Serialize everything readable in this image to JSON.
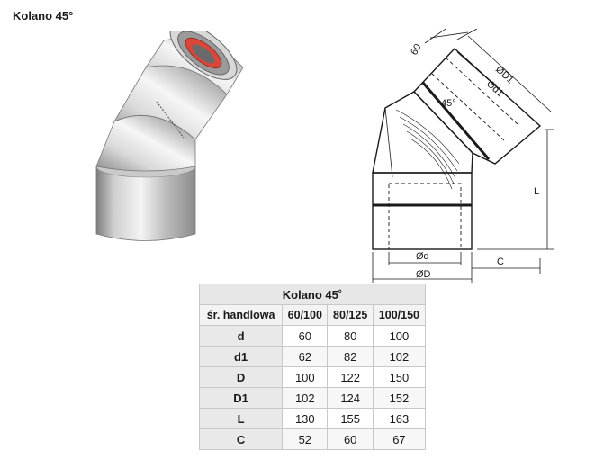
{
  "page": {
    "title": "Kolano 45°"
  },
  "drawing": {
    "labels": {
      "dim_60": "60",
      "dim_D1": "ØD1",
      "dim_d1": "Ød1",
      "angle": "45°",
      "dim_L": "L",
      "dim_C": "C",
      "dim_d": "Ød",
      "dim_D": "ØD"
    }
  },
  "table": {
    "caption": "Kolano 45˚",
    "header": [
      "śr. handlowa",
      "60/100",
      "80/125",
      "100/150"
    ],
    "rows": [
      {
        "param": "d",
        "values": [
          "60",
          "80",
          "100"
        ]
      },
      {
        "param": "d1",
        "values": [
          "62",
          "82",
          "102"
        ]
      },
      {
        "param": "D",
        "values": [
          "100",
          "122",
          "150"
        ]
      },
      {
        "param": "D1",
        "values": [
          "102",
          "124",
          "152"
        ]
      },
      {
        "param": "L",
        "values": [
          "130",
          "155",
          "163"
        ]
      },
      {
        "param": "C",
        "values": [
          "52",
          "60",
          "67"
        ]
      }
    ]
  },
  "colors": {
    "gasket": "#d9473a",
    "steel_light": "#e6e6e6",
    "steel_dark": "#8a8a8a"
  }
}
